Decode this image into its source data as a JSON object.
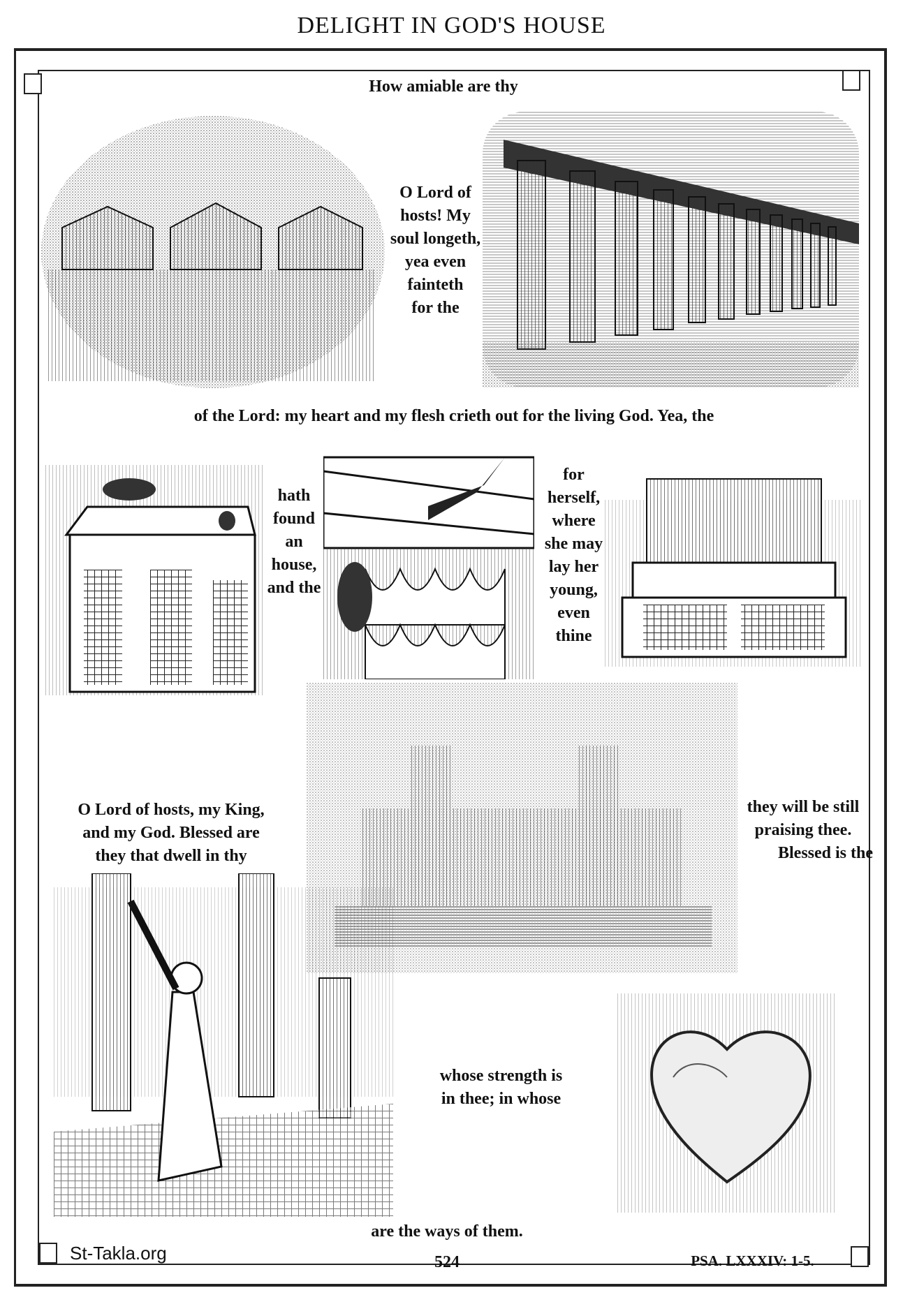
{
  "page": {
    "title": "DELIGHT IN GOD'S HOUSE",
    "page_number": "524",
    "reference": "PSA. LXXXIV: 1-5.",
    "watermark": "St-Takla.org"
  },
  "text": {
    "line1": "How amiable are thy",
    "block2": [
      "O Lord of",
      "hosts! My",
      "soul longeth,",
      "yea even",
      "fainteth",
      "for the"
    ],
    "line3": "of the Lord: my heart and my flesh crieth out for the living God. Yea, the",
    "block4": [
      "hath",
      "found",
      "an",
      "house,",
      "and the"
    ],
    "block5": [
      "for",
      "herself,",
      "where",
      "she may",
      "lay her",
      "young,",
      "even",
      "thine"
    ],
    "block6": [
      "O Lord of hosts, my King,",
      "and my God. Blessed are",
      "they that dwell in thy"
    ],
    "block7": [
      "they will be still",
      "praising thee.",
      "Blessed is the"
    ],
    "block8": [
      "whose strength is",
      "in thee; in whose"
    ],
    "line9": "are the ways of them."
  },
  "illustrations": [
    {
      "icon": "tabernacle-tents-illustration"
    },
    {
      "icon": "colonnade-courts-illustration"
    },
    {
      "icon": "sparrow-on-house-illustration"
    },
    {
      "icon": "swallow-nest-illustration"
    },
    {
      "icon": "altar-illustration"
    },
    {
      "icon": "temple-illustration"
    },
    {
      "icon": "praising-man-illustration"
    },
    {
      "icon": "heart-illustration"
    }
  ]
}
